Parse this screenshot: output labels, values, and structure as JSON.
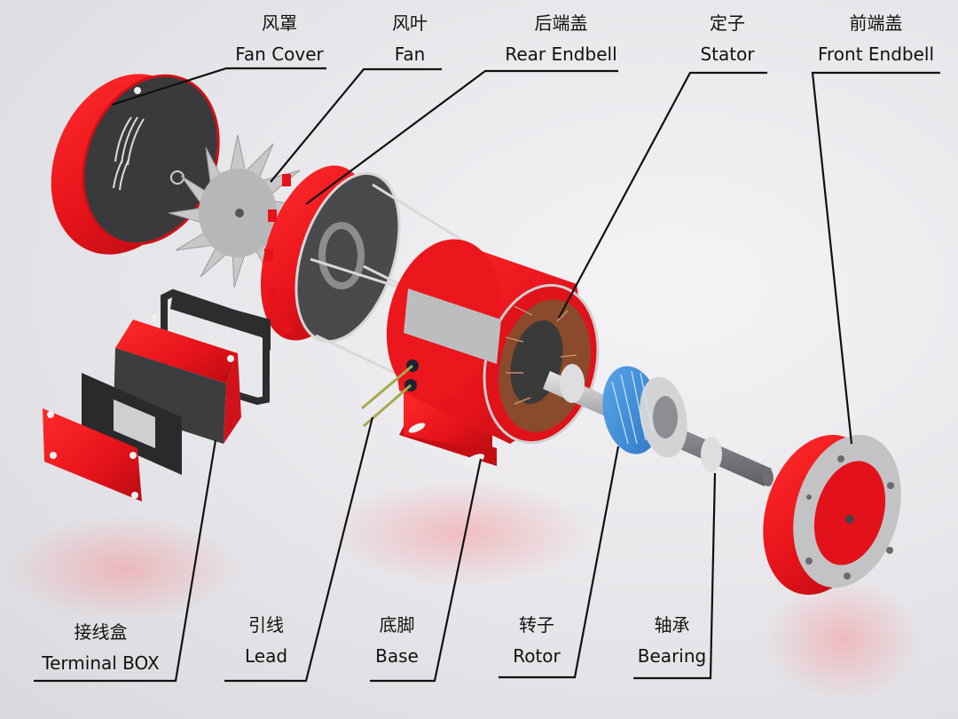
{
  "diagram": {
    "title": "Electric motor exploded view",
    "colors": {
      "housing_red": "#e8141b",
      "dark_gray": "#3c3c3e",
      "light_gray": "#bdbdc0",
      "rotor_blue": "#3c8fd8",
      "stator_copper": "#8a4a2c",
      "leader_line": "#111111"
    },
    "labels_top": [
      {
        "id": "fan-cover",
        "cn": "风罩",
        "en": "Fan Cover"
      },
      {
        "id": "fan",
        "cn": "风叶",
        "en": "Fan"
      },
      {
        "id": "rear-endbell",
        "cn": "后端盖",
        "en": "Rear Endbell"
      },
      {
        "id": "stator",
        "cn": "定子",
        "en": "Stator"
      },
      {
        "id": "front-endbell",
        "cn": "前端盖",
        "en": "Front Endbell"
      }
    ],
    "labels_bottom": [
      {
        "id": "terminal-box",
        "cn": "接线盒",
        "en": "Terminal BOX"
      },
      {
        "id": "lead",
        "cn": "引线",
        "en": "Lead"
      },
      {
        "id": "base",
        "cn": "底脚",
        "en": "Base"
      },
      {
        "id": "rotor",
        "cn": "转子",
        "en": "Rotor"
      },
      {
        "id": "bearing",
        "cn": "轴承",
        "en": "Bearing"
      }
    ]
  }
}
